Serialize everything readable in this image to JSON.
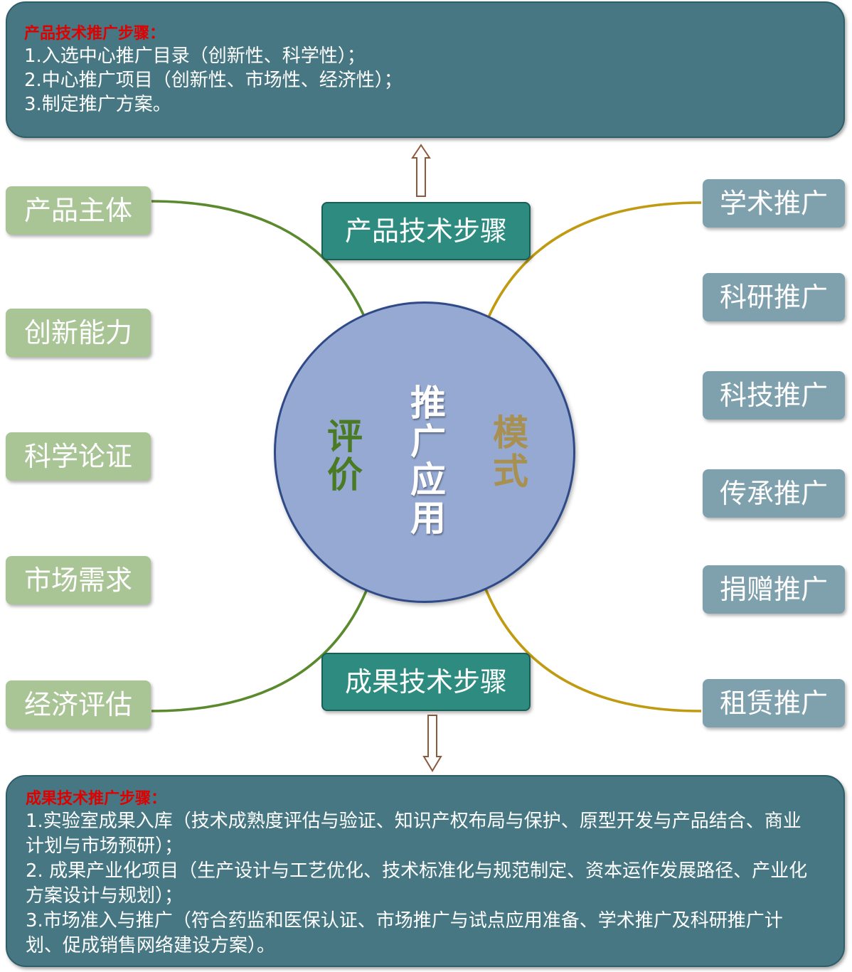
{
  "top_panel": {
    "title": "产品技术推广步骤：",
    "lines": [
      "1.入选中心推广目录（创新性、科学性）；",
      "2.中心推广项目（创新性、市场性、经济性）；",
      "3.制定推广方案。"
    ]
  },
  "bottom_panel": {
    "title": "成果技术推广步骤：",
    "lines": [
      "1.实验室成果入库（技术成熟度评估与验证、知识产权布局与保护、原型开发与产品结合、商业计划与市场预研）；",
      "2. 成果产业化项目（生产设计与工艺优化、技术标准化与规范制定、资本运作发展路径、产业化方案设计与规划）；",
      "3.市场准入与推广（符合药监和医保认证、市场推广与试点应用准备、学术推广及科研推广计划、促成销售网络建设方案）。"
    ]
  },
  "left_items": [
    "产品主体",
    "创新能力",
    "科学论证",
    "市场需求",
    "经济评估"
  ],
  "right_items": [
    "学术推广",
    "科研推广",
    "科技推广",
    "传承推广",
    "捐赠推广",
    "租赁推广"
  ],
  "steps": {
    "product": "产品技术步骤",
    "achievement": "成果技术步骤"
  },
  "center": {
    "main": [
      "推",
      "广",
      "应",
      "用"
    ],
    "left": [
      "评",
      "价"
    ],
    "right": [
      "模",
      "式"
    ]
  },
  "colors": {
    "panel": "#467782",
    "panel_title": "#e00000",
    "left_tag": "#a9c495",
    "right_tag": "#7fa1ad",
    "step_box": "#2d8c7f",
    "circle": "#95a9d2",
    "left_arc": "#5b8a2e",
    "right_arc": "#c09a10",
    "arrow": "#8b5a3c"
  }
}
